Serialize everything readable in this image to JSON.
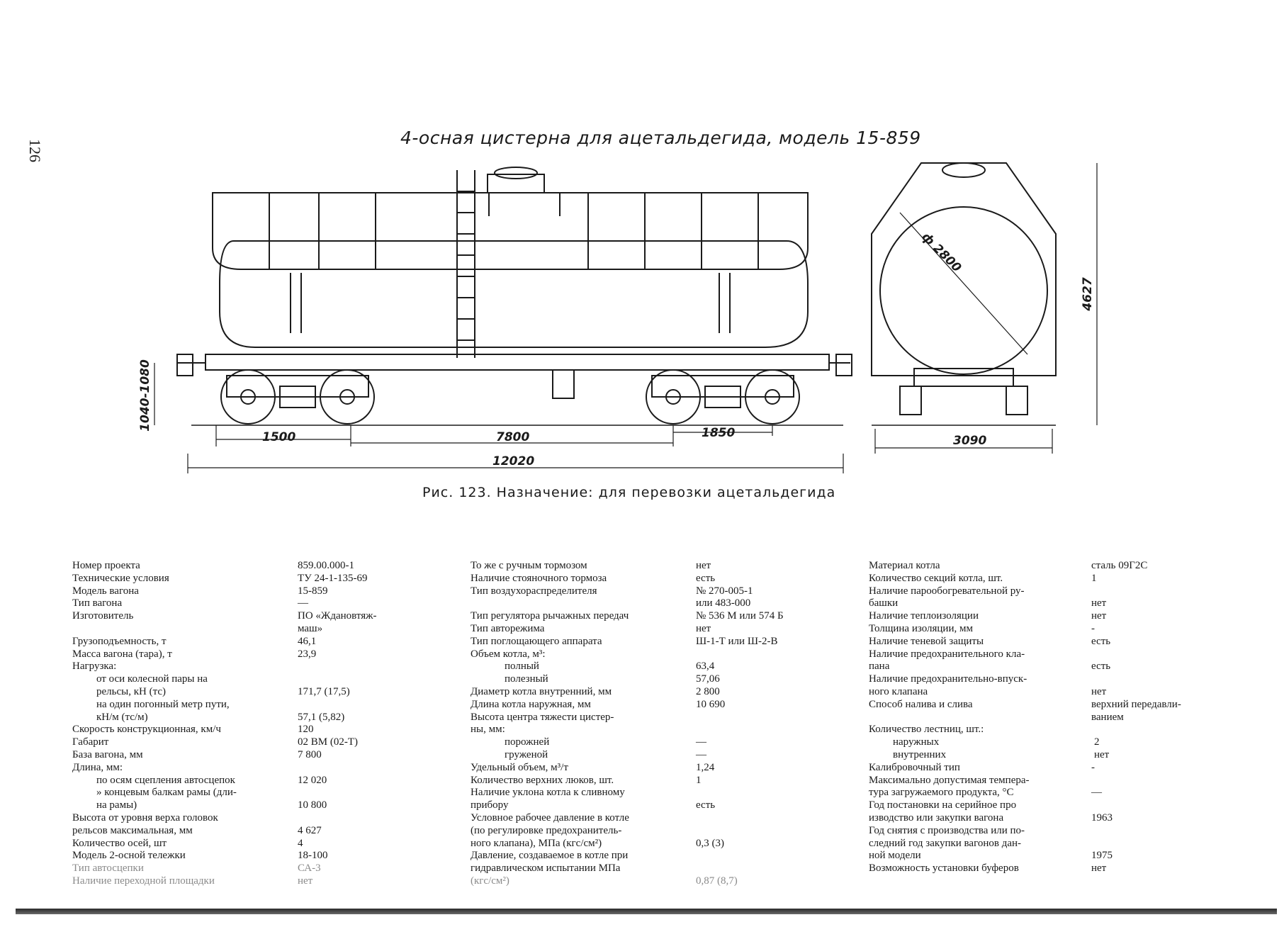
{
  "page_number": "126",
  "drawing_title": "4-осная цистерна для ацетальдегида, модель 15-859",
  "caption": "Рис. 123. Назначение: для перевозки ацетальдегида",
  "dimensions": {
    "coupling_height": "1040-1080",
    "overhang": "1500",
    "base": "7800",
    "bogie_base": "1850",
    "total_length": "12020",
    "height": "4627",
    "width": "3090",
    "diameter": "ф 2800"
  },
  "spec_col1": [
    {
      "label": "Номер проекта",
      "value": "859.00.000-1"
    },
    {
      "label": "Технические условия",
      "value": "ТУ 24-1-135-69"
    },
    {
      "label": "Модель вагона",
      "value": "15-859"
    },
    {
      "label": "Тип вагона",
      "value": "—"
    },
    {
      "label": "Изготовитель",
      "value": "ПО «Ждановтяж-"
    },
    {
      "label": "",
      "value": "маш»"
    },
    {
      "label": "Грузоподъемность, т",
      "value": "46,1"
    },
    {
      "label": "Масса вагона (тара), т",
      "value": "23,9"
    },
    {
      "label": "Нагрузка:",
      "value": ""
    },
    {
      "label": "от оси колесной пары на",
      "value": "",
      "indent": 1
    },
    {
      "label": "рельсы, кН (тс)",
      "value": "171,7 (17,5)",
      "indent": 1
    },
    {
      "label": "на один погонный метр пути,",
      "value": "",
      "indent": 1
    },
    {
      "label": "кН/м (тс/м)",
      "value": "57,1 (5,82)",
      "indent": 1
    },
    {
      "label": "Скорость конструкционная, км/ч",
      "value": "120"
    },
    {
      "label": "Габарит",
      "value": "02 ВМ (02-Т)"
    },
    {
      "label": "База вагона, мм",
      "value": "7 800"
    },
    {
      "label": "Длина, мм:",
      "value": ""
    },
    {
      "label": "по осям сцепления автосцепок",
      "value": "12 020",
      "indent": 1
    },
    {
      "label": "» концевым балкам рамы (дли-",
      "value": "",
      "indent": 1
    },
    {
      "label": "на рамы)",
      "value": "10 800",
      "indent": 1
    },
    {
      "label": "Высота от уровня верха головок",
      "value": ""
    },
    {
      "label": "рельсов максимальная, мм",
      "value": "4 627"
    },
    {
      "label": "Количество осей, шт",
      "value": "4"
    },
    {
      "label": "Модель 2-осной тележки",
      "value": "18-100"
    },
    {
      "label": "Тип автосцепки",
      "value": "СА-3",
      "faded": true
    },
    {
      "label": "Наличие переходной площадки",
      "value": "нет",
      "faded": true
    }
  ],
  "spec_col2": [
    {
      "label": "То же с ручным тормозом",
      "value": "нет"
    },
    {
      "label": "Наличие стояночного тормоза",
      "value": "есть"
    },
    {
      "label": "Тип воздухораспределителя",
      "value": "№ 270-005-1"
    },
    {
      "label": "",
      "value": "или 483-000"
    },
    {
      "label": "Тип регулятора рычажных передач",
      "value": "№ 536 М или 574 Б"
    },
    {
      "label": "Тип авторежима",
      "value": "нет"
    },
    {
      "label": "Тип поглощающего аппарата",
      "value": "Ш-1-Т или Ш-2-В"
    },
    {
      "label": "Объем котла, м³:",
      "value": ""
    },
    {
      "label": "полный",
      "value": "63,4",
      "indent": 2
    },
    {
      "label": "полезный",
      "value": "57,06",
      "indent": 2
    },
    {
      "label": "Диаметр котла внутренний, мм",
      "value": "2 800"
    },
    {
      "label": "Длина котла наружная, мм",
      "value": "10 690"
    },
    {
      "label": "Высота центра тяжести цистер-",
      "value": ""
    },
    {
      "label": "ны, мм:",
      "value": ""
    },
    {
      "label": "порожней",
      "value": "—",
      "indent": 2
    },
    {
      "label": "груженой",
      "value": "—",
      "indent": 2
    },
    {
      "label": "Удельный объем, м³/т",
      "value": "1,24"
    },
    {
      "label": "Количество верхних люков, шт.",
      "value": "1"
    },
    {
      "label": "Наличие уклона котла к сливному",
      "value": ""
    },
    {
      "label": "прибору",
      "value": "есть"
    },
    {
      "label": "Условное рабочее давление в котле",
      "value": ""
    },
    {
      "label": "(по регулировке предохранитель-",
      "value": ""
    },
    {
      "label": "ного клапана), МПа (кгс/см²)",
      "value": "0,3 (3)"
    },
    {
      "label": "Давление, создаваемое в котле при",
      "value": ""
    },
    {
      "label": "гидравлическом испытании МПа",
      "value": ""
    },
    {
      "label": "(кгс/см²)",
      "value": "0,87 (8,7)",
      "faded": true
    }
  ],
  "spec_col3": [
    {
      "label": "Материал котла",
      "value": "сталь 09Г2С"
    },
    {
      "label": "Количество секций котла, шт.",
      "value": "1"
    },
    {
      "label": "Наличие парообогревательной ру-",
      "value": ""
    },
    {
      "label": "башки",
      "value": "нет"
    },
    {
      "label": "Наличие теплоизоляции",
      "value": "нет"
    },
    {
      "label": "Толщина изоляции, мм",
      "value": "-"
    },
    {
      "label": "Наличие теневой защиты",
      "value": "есть"
    },
    {
      "label": "Наличие предохранительного кла-",
      "value": ""
    },
    {
      "label": "пана",
      "value": "есть"
    },
    {
      "label": "Наличие предохранительно-впуск-",
      "value": ""
    },
    {
      "label": "ного клапана",
      "value": "нет"
    },
    {
      "label": "Способ налива и слива",
      "value": "верхний передавли-"
    },
    {
      "label": "",
      "value": "ванием"
    },
    {
      "label": "Количество лестниц, шт.:",
      "value": ""
    },
    {
      "label": "наружных",
      "value": "2",
      "indent": 1
    },
    {
      "label": "внутренних",
      "value": "нет",
      "indent": 1
    },
    {
      "label": "Калибровочный тип",
      "value": "-"
    },
    {
      "label": "Максимально допустимая темпера-",
      "value": ""
    },
    {
      "label": "тура загружаемого продукта, °С",
      "value": "—"
    },
    {
      "label": "Год постановки на серийное про",
      "value": ""
    },
    {
      "label": "изводство или закупки вагона",
      "value": "1963"
    },
    {
      "label": "Год снятия с производства или по-",
      "value": ""
    },
    {
      "label": "следний год закупки вагонов дан-",
      "value": ""
    },
    {
      "label": "ной модели",
      "value": "1975"
    },
    {
      "label": "Возможность установки буферов",
      "value": "нет"
    }
  ]
}
